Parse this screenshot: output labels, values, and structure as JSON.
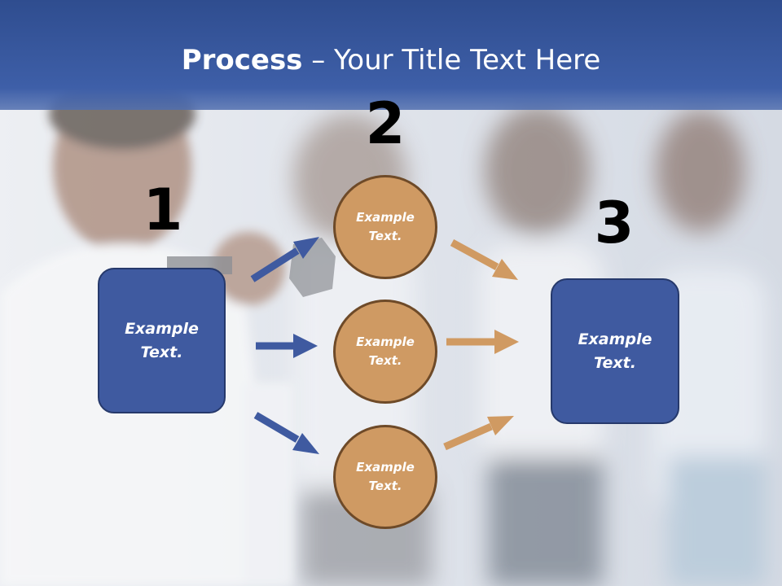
{
  "slide": {
    "title_bold": "Process",
    "title_rest": " – Your Title Text Here",
    "steps": [
      {
        "number": "1",
        "label": "Example\nText."
      },
      {
        "number": "2",
        "circles": [
          {
            "label": "Example\nText."
          },
          {
            "label": "Example\nText."
          },
          {
            "label": "Example\nText."
          }
        ]
      },
      {
        "number": "3",
        "label": "Example\nText."
      }
    ]
  },
  "colors": {
    "title_band": "#3e5fa8",
    "box_fill": "#3f5aa0",
    "box_border": "#26396b",
    "circle_fill": "#cf9a63",
    "circle_border": "#6e4a28",
    "blue_arrow": "#3f5aa0",
    "tan_arrow": "#d09a62"
  }
}
